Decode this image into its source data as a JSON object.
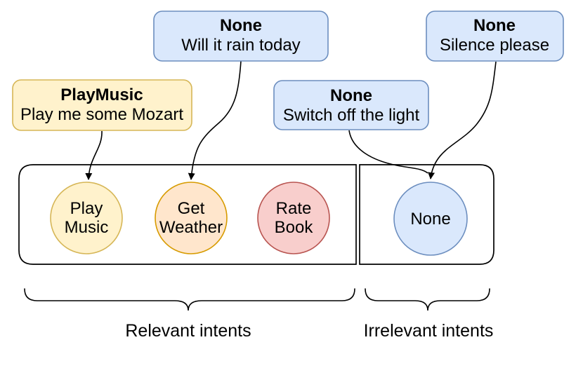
{
  "diagram": {
    "boxes": [
      {
        "intent": "PlayMusic",
        "utterance": "Play me some Mozart"
      },
      {
        "intent": "None",
        "utterance": "Will it rain today"
      },
      {
        "intent": "None",
        "utterance": "Switch off the light"
      },
      {
        "intent": "None",
        "utterance": "Silence please"
      }
    ],
    "circles": [
      {
        "line1": "Play",
        "line2": "Music"
      },
      {
        "line1": "Get",
        "line2": "Weather"
      },
      {
        "line1": "Rate",
        "line2": "Book"
      },
      {
        "line1": "None",
        "line2": ""
      }
    ],
    "group_labels": {
      "relevant": "Relevant intents",
      "irrelevant": "Irrelevant intents"
    }
  },
  "colors": {
    "yellow_fill": "#FFF2CC",
    "yellow_stroke": "#D6B656",
    "orange_fill": "#FFE6CC",
    "orange_stroke": "#D79B00",
    "red_fill": "#F8CECC",
    "red_stroke": "#B85450",
    "blue_fill": "#DAE8FC",
    "blue_stroke": "#6C8EBF",
    "line": "#000000",
    "container_fill": "#FFFFFF"
  }
}
